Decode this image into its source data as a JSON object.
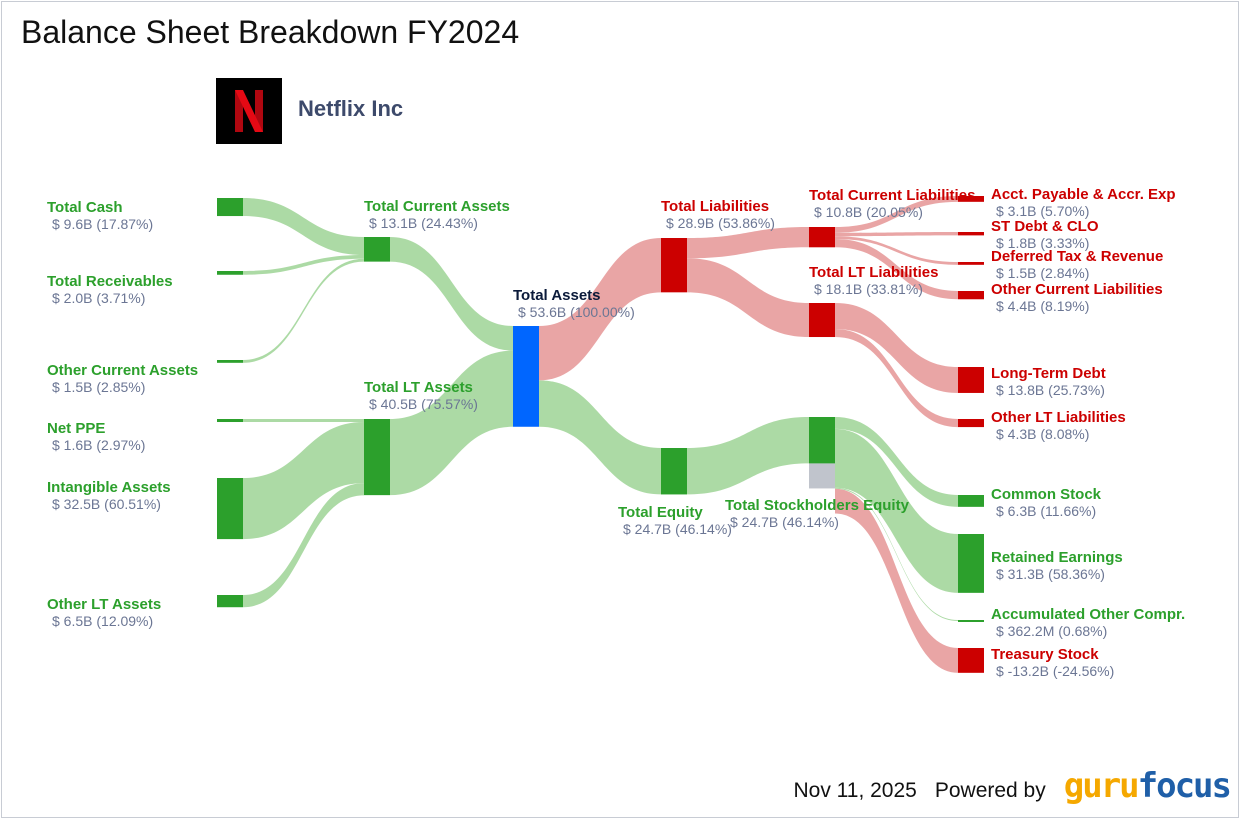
{
  "title": "Balance Sheet Breakdown FY2024",
  "company": "Netflix Inc",
  "logo_letter": "N",
  "footer": {
    "date": "Nov 11, 2025",
    "powered_by": "Powered by",
    "brand_a": "guru",
    "brand_b": "focus"
  },
  "colors": {
    "asset": "#2ca02c",
    "liability": "#cc0000",
    "total": "#0066ff",
    "asset_link": "#a8d8a0",
    "liability_link": "#e8a0a0",
    "title_text": "#0b1a3a",
    "gray": "#c0c4cc"
  },
  "chart_data": {
    "type": "sankey",
    "title": "Balance Sheet Breakdown FY2024",
    "units": "USD billions",
    "nodes": [
      {
        "id": "cash",
        "name": "Total Cash",
        "label": "$ 9.6B (17.87%)",
        "value": 9.6,
        "kind": "asset"
      },
      {
        "id": "recv",
        "name": "Total Receivables",
        "label": "$ 2.0B (3.71%)",
        "value": 2.0,
        "kind": "asset"
      },
      {
        "id": "oca",
        "name": "Other Current Assets",
        "label": "$ 1.5B (2.85%)",
        "value": 1.5,
        "kind": "asset"
      },
      {
        "id": "ppe",
        "name": "Net PPE",
        "label": "$ 1.6B (2.97%)",
        "value": 1.6,
        "kind": "asset"
      },
      {
        "id": "intang",
        "name": "Intangible Assets",
        "label": "$ 32.5B (60.51%)",
        "value": 32.5,
        "kind": "asset"
      },
      {
        "id": "olta",
        "name": "Other LT Assets",
        "label": "$ 6.5B (12.09%)",
        "value": 6.5,
        "kind": "asset"
      },
      {
        "id": "tca",
        "name": "Total Current Assets",
        "label": "$ 13.1B (24.43%)",
        "value": 13.1,
        "kind": "asset"
      },
      {
        "id": "tla",
        "name": "Total LT Assets",
        "label": "$ 40.5B (75.57%)",
        "value": 40.5,
        "kind": "asset"
      },
      {
        "id": "ta",
        "name": "Total Assets",
        "label": "$ 53.6B (100.00%)",
        "value": 53.6,
        "kind": "total"
      },
      {
        "id": "tl",
        "name": "Total Liabilities",
        "label": "$ 28.9B (53.86%)",
        "value": 28.9,
        "kind": "liability"
      },
      {
        "id": "te",
        "name": "Total Equity",
        "label": "$ 24.7B (46.14%)",
        "value": 24.7,
        "kind": "asset"
      },
      {
        "id": "tcl",
        "name": "Total Current Liabilities",
        "label": "$ 10.8B (20.05%)",
        "value": 10.8,
        "kind": "liability"
      },
      {
        "id": "tltl",
        "name": "Total LT Liabilities",
        "label": "$ 18.1B (33.81%)",
        "value": 18.1,
        "kind": "liability"
      },
      {
        "id": "tse",
        "name": "Total Stockholders Equity",
        "label": "$ 24.7B (46.14%)",
        "value": 24.7,
        "kind": "asset"
      },
      {
        "id": "ap",
        "name": "Acct. Payable & Accr. Exp",
        "label": "$ 3.1B (5.70%)",
        "value": 3.1,
        "kind": "liability"
      },
      {
        "id": "std",
        "name": "ST Debt & CLO",
        "label": "$ 1.8B (3.33%)",
        "value": 1.8,
        "kind": "liability"
      },
      {
        "id": "dtr",
        "name": "Deferred Tax & Revenue",
        "label": "$ 1.5B (2.84%)",
        "value": 1.5,
        "kind": "liability"
      },
      {
        "id": "ocl",
        "name": "Other Current Liabilities",
        "label": "$ 4.4B (8.19%)",
        "value": 4.4,
        "kind": "liability"
      },
      {
        "id": "ltd",
        "name": "Long-Term Debt",
        "label": "$ 13.8B (25.73%)",
        "value": 13.8,
        "kind": "liability"
      },
      {
        "id": "oltl",
        "name": "Other LT Liabilities",
        "label": "$ 4.3B (8.08%)",
        "value": 4.3,
        "kind": "liability"
      },
      {
        "id": "cs",
        "name": "Common Stock",
        "label": "$ 6.3B (11.66%)",
        "value": 6.3,
        "kind": "asset"
      },
      {
        "id": "re",
        "name": "Retained Earnings",
        "label": "$ 31.3B (58.36%)",
        "value": 31.3,
        "kind": "asset"
      },
      {
        "id": "aoci",
        "name": "Accumulated Other Compr.",
        "label": "$ 362.2M (0.68%)",
        "value": 0.3622,
        "kind": "asset"
      },
      {
        "id": "ts",
        "name": "Treasury Stock",
        "label": "$ -13.2B (-24.56%)",
        "value": -13.2,
        "kind": "liability"
      }
    ],
    "links": [
      {
        "source": "cash",
        "target": "tca",
        "value": 9.6
      },
      {
        "source": "recv",
        "target": "tca",
        "value": 2.0
      },
      {
        "source": "oca",
        "target": "tca",
        "value": 1.5
      },
      {
        "source": "ppe",
        "target": "tla",
        "value": 1.6
      },
      {
        "source": "intang",
        "target": "tla",
        "value": 32.5
      },
      {
        "source": "olta",
        "target": "tla",
        "value": 6.5
      },
      {
        "source": "tca",
        "target": "ta",
        "value": 13.1
      },
      {
        "source": "tla",
        "target": "ta",
        "value": 40.5
      },
      {
        "source": "ta",
        "target": "tl",
        "value": 28.9
      },
      {
        "source": "ta",
        "target": "te",
        "value": 24.7
      },
      {
        "source": "tl",
        "target": "tcl",
        "value": 10.8
      },
      {
        "source": "tl",
        "target": "tltl",
        "value": 18.1
      },
      {
        "source": "te",
        "target": "tse",
        "value": 24.7
      },
      {
        "source": "tcl",
        "target": "ap",
        "value": 3.1
      },
      {
        "source": "tcl",
        "target": "std",
        "value": 1.8
      },
      {
        "source": "tcl",
        "target": "dtr",
        "value": 1.5
      },
      {
        "source": "tcl",
        "target": "ocl",
        "value": 4.4
      },
      {
        "source": "tltl",
        "target": "ltd",
        "value": 13.8
      },
      {
        "source": "tltl",
        "target": "oltl",
        "value": 4.3
      },
      {
        "source": "tse",
        "target": "cs",
        "value": 6.3
      },
      {
        "source": "tse",
        "target": "re",
        "value": 31.3
      },
      {
        "source": "tse",
        "target": "aoci",
        "value": 0.3622
      },
      {
        "source": "tse",
        "target": "ts",
        "value": 13.2
      }
    ]
  }
}
